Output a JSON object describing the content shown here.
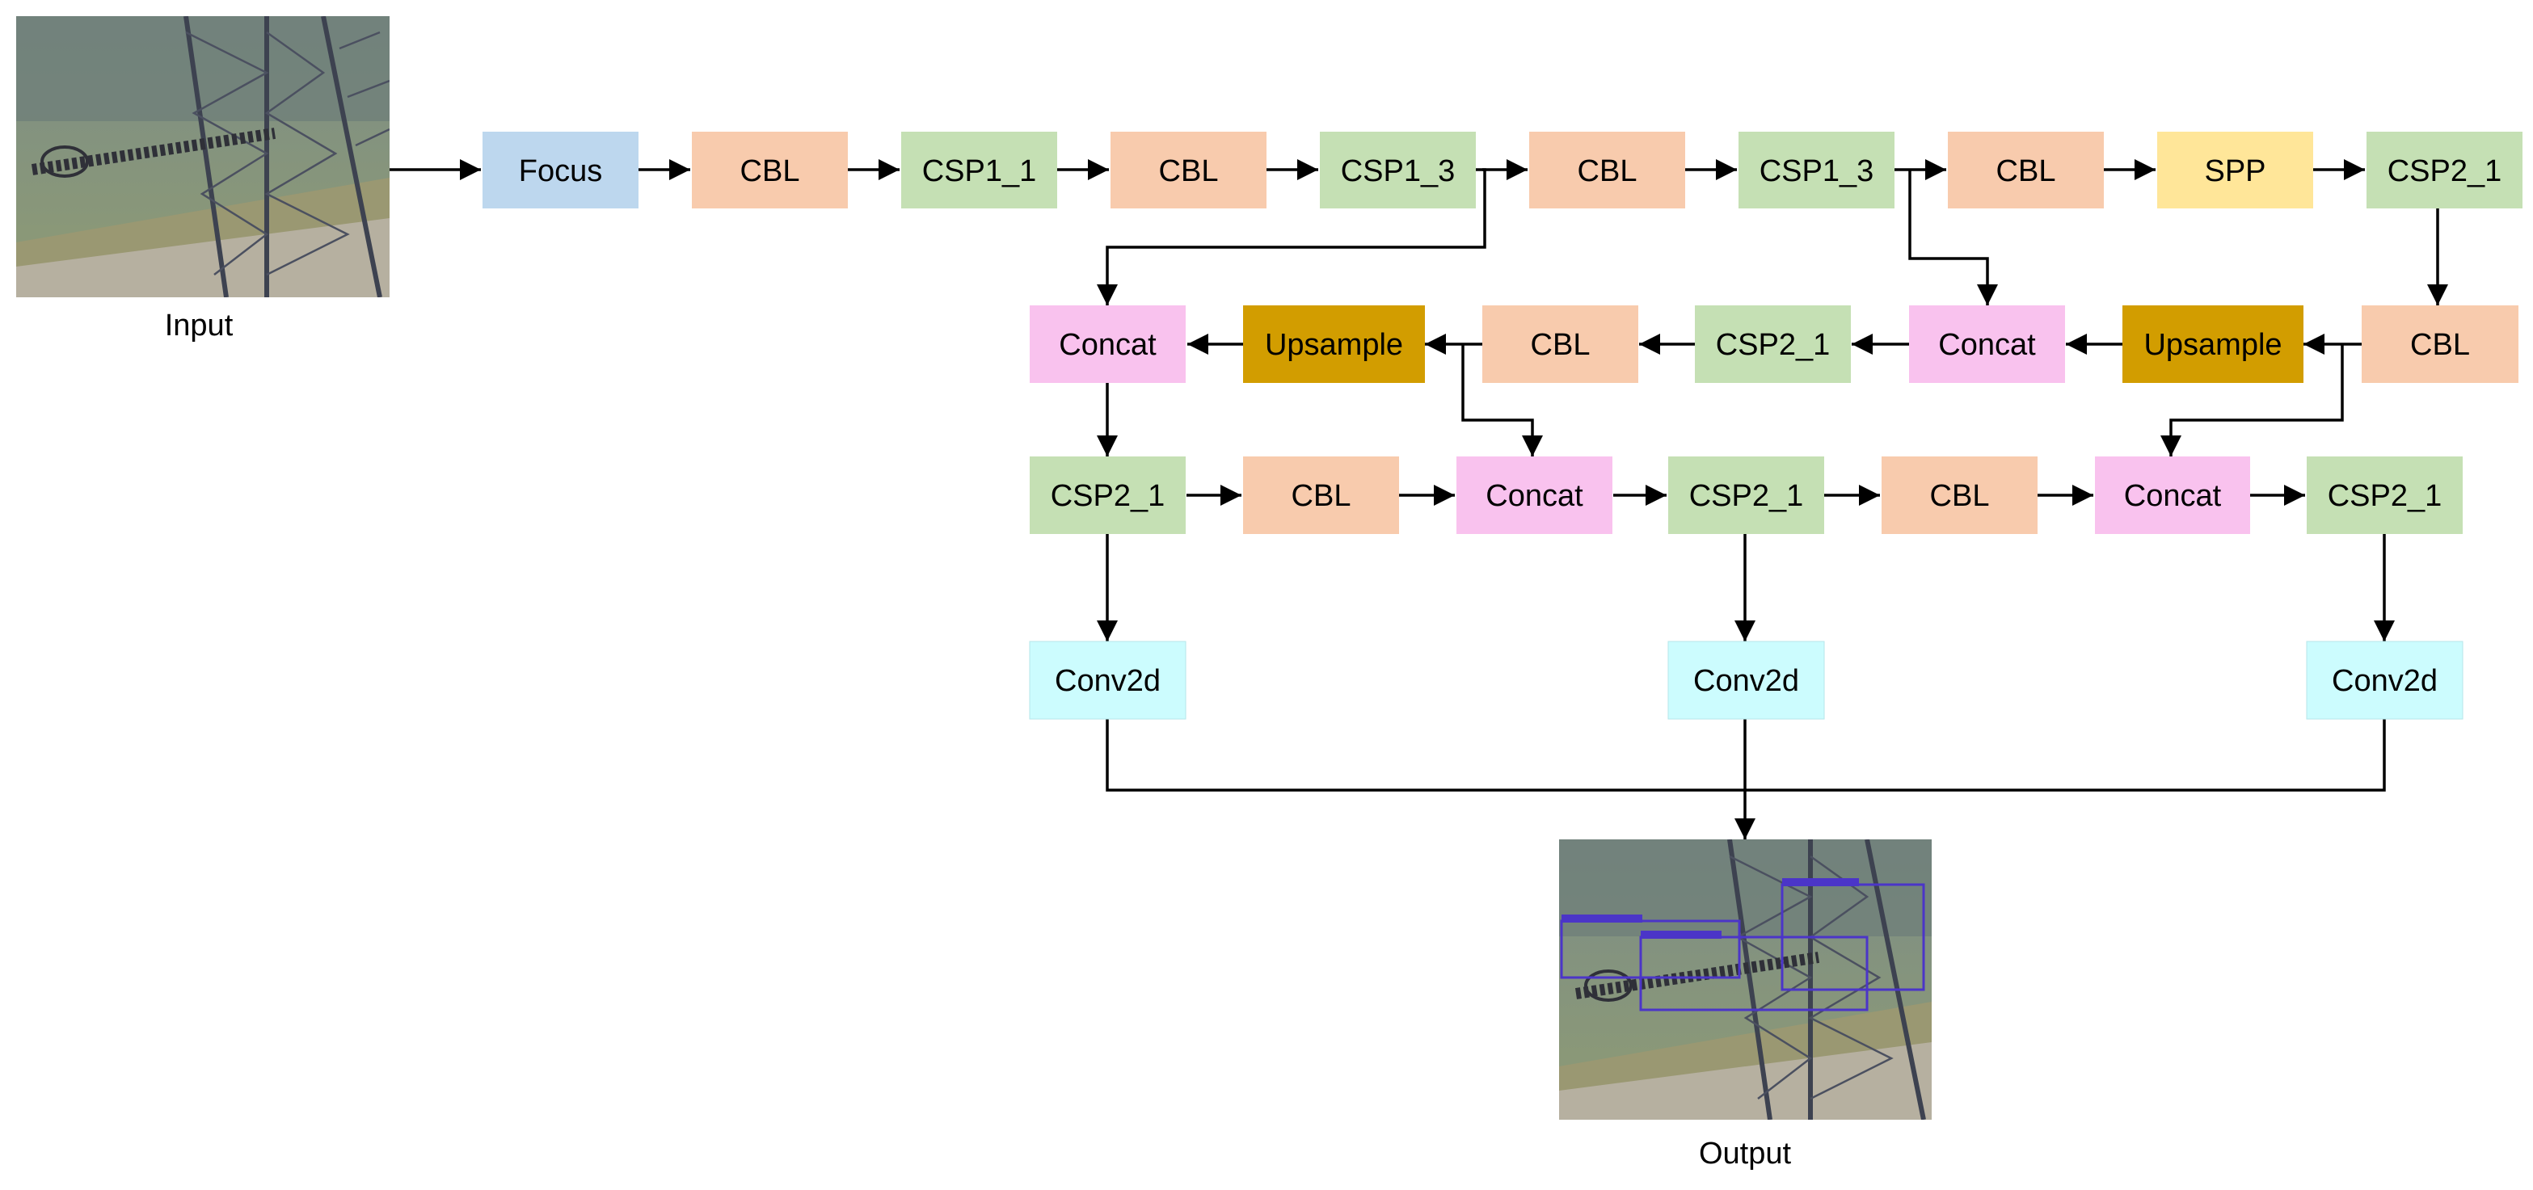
{
  "colors": {
    "focus": "#bdd7ee",
    "cbl": "#f8cbad",
    "csp": "#c5e0b4",
    "spp": "#ffe699",
    "concat": "#f9c2ee",
    "upsample": "#d29d00",
    "conv2d": "#ccfcfe",
    "line": "#000000"
  },
  "icons": {
    "input_image": "transmission-tower-photo",
    "output_image": "transmission-tower-detection-photo"
  },
  "captions": {
    "input": "Input",
    "output": "Output"
  },
  "nodes": {
    "focus": "Focus",
    "r1_cbl1": "CBL",
    "r1_csp1": "CSP1_1",
    "r1_cbl2": "CBL",
    "r1_csp2": "CSP1_3",
    "r1_cbl3": "CBL",
    "r1_csp3": "CSP1_3",
    "r1_cbl4": "CBL",
    "r1_spp": "SPP",
    "r1_csp4": "CSP2_1",
    "r2_concat1": "Concat",
    "r2_upsample1": "Upsample",
    "r2_cbl1": "CBL",
    "r2_csp1": "CSP2_1",
    "r2_concat2": "Concat",
    "r2_upsample2": "Upsample",
    "r2_cbl2": "CBL",
    "r3_csp1": "CSP2_1",
    "r3_cbl1": "CBL",
    "r3_concat1": "Concat",
    "r3_csp2": "CSP2_1",
    "r3_cbl2": "CBL",
    "r3_concat2": "Concat",
    "r3_csp3": "CSP2_1",
    "conv1": "Conv2d",
    "conv2": "Conv2d",
    "conv3": "Conv2d"
  }
}
